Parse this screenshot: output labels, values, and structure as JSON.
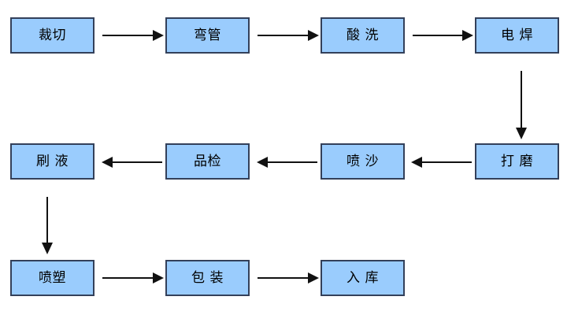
{
  "diagram": {
    "title": "",
    "background_color": "#ffffff",
    "node_fill_color": "#9accfd",
    "node_border_color": "#33405a",
    "arrow_color": "#111111",
    "rows": [
      {
        "direction": "left-to-right",
        "nodes": [
          {
            "label": "裁切"
          },
          {
            "label": "弯管"
          },
          {
            "label": "酸 洗"
          },
          {
            "label": "电 焊"
          }
        ]
      },
      {
        "direction": "right-to-left",
        "nodes": [
          {
            "label": "刷 液"
          },
          {
            "label": "品检"
          },
          {
            "label": "喷 沙"
          },
          {
            "label": "打 磨"
          }
        ]
      },
      {
        "direction": "left-to-right",
        "nodes": [
          {
            "label": "喷塑"
          },
          {
            "label": "包 装"
          },
          {
            "label": "入 库"
          }
        ]
      }
    ],
    "connectors": [
      {
        "name": "cut-to-bend",
        "type": "horizontal-right"
      },
      {
        "name": "bend-to-pickling",
        "type": "horizontal-right"
      },
      {
        "name": "pickling-to-welding",
        "type": "horizontal-right"
      },
      {
        "name": "welding-to-grinding",
        "type": "vertical-down"
      },
      {
        "name": "grinding-to-sandblasting",
        "type": "horizontal-left"
      },
      {
        "name": "sandblasting-to-inspection",
        "type": "horizontal-left"
      },
      {
        "name": "inspection-to-brushing",
        "type": "horizontal-left"
      },
      {
        "name": "brushing-to-coating",
        "type": "vertical-down"
      },
      {
        "name": "coating-to-packing",
        "type": "horizontal-right"
      },
      {
        "name": "packing-to-warehouse",
        "type": "horizontal-right"
      }
    ]
  }
}
